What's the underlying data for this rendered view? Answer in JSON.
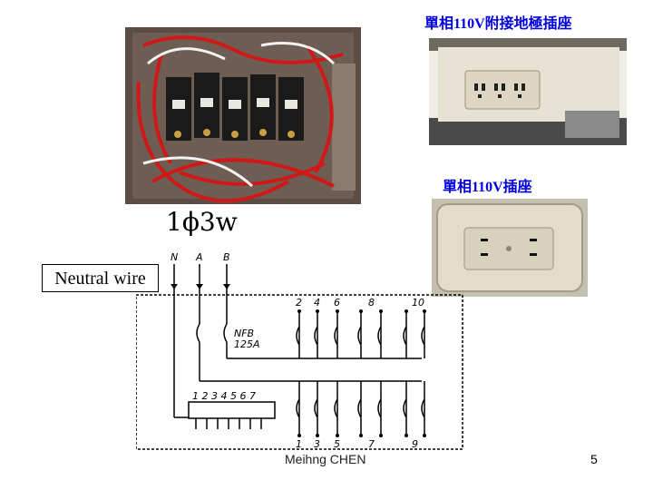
{
  "captions": {
    "top": "單相110V附接地極插座",
    "middle": "單相110V插座"
  },
  "diagram": {
    "formula": "1ϕ3w",
    "neutral_label": "Neutral wire",
    "phase_labels": [
      "N",
      "A",
      "B"
    ],
    "breaker_label_1": "NFB",
    "breaker_label_2": "125A",
    "top_circuits": [
      "2",
      "4",
      "6",
      "8",
      "10"
    ],
    "bottom_circuits": [
      "1",
      "3",
      "5",
      "7",
      "9"
    ],
    "neutral_bus": "1 2 3 4 5 6 7"
  },
  "footer": {
    "author": "Meihng CHEN",
    "page_number": "5"
  }
}
